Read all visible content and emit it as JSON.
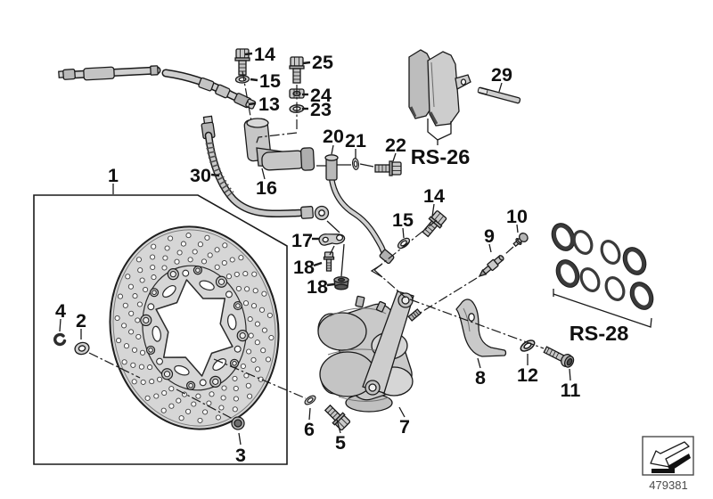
{
  "diagram": {
    "callouts": {
      "n1": "1",
      "n2": "2",
      "n3": "3",
      "n4": "4",
      "n5": "5",
      "n6": "6",
      "n7": "7",
      "n8": "8",
      "n9": "9",
      "n10": "10",
      "n11": "11",
      "n12": "12",
      "n13": "13",
      "n14a": "14",
      "n14b": "14",
      "n15a": "15",
      "n15b": "15",
      "n16": "16",
      "n17": "17",
      "n18a": "18",
      "n18b": "18",
      "n20": "20",
      "n21": "21",
      "n22": "22",
      "n23": "23",
      "n24": "24",
      "n25": "25",
      "n29": "29",
      "n30": "30"
    },
    "repair_kits": {
      "pads": "RS-26",
      "seals": "RS-28"
    },
    "drawing_number": "479381",
    "colors": {
      "line": "#1a1a1a",
      "part_fill": "#cdcdcd",
      "part_fill_light": "#d6d6d6",
      "stamp_gray": "#4a4a4a"
    }
  }
}
